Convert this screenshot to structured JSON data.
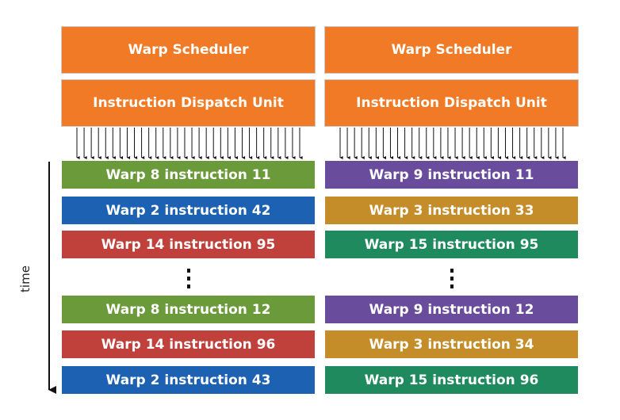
{
  "columns": [
    {
      "scheduler_label": "Warp Scheduler",
      "dispatch_label": "Instruction Dispatch Unit",
      "top_instructions": [
        {
          "label": "Warp 8 instruction 11",
          "color": "#6b9a3a"
        },
        {
          "label": "Warp 2 instruction 42",
          "color": "#1d62b2"
        },
        {
          "label": "Warp 14 instruction 95",
          "color": "#c0413c"
        }
      ],
      "bottom_instructions": [
        {
          "label": "Warp 8 instruction 12",
          "color": "#6b9a3a"
        },
        {
          "label": "Warp 14 instruction 96",
          "color": "#c0413c"
        },
        {
          "label": "Warp 2 instruction 43",
          "color": "#1d62b2"
        }
      ]
    },
    {
      "scheduler_label": "Warp Scheduler",
      "dispatch_label": "Instruction Dispatch Unit",
      "top_instructions": [
        {
          "label": "Warp 9 instruction 11",
          "color": "#6a4c9c"
        },
        {
          "label": "Warp 3 instruction 33",
          "color": "#c48d2a"
        },
        {
          "label": "Warp 15 instruction 95",
          "color": "#1f8a5e"
        }
      ],
      "bottom_instructions": [
        {
          "label": "Warp 9 instruction 12",
          "color": "#6a4c9c"
        },
        {
          "label": "Warp 3 instruction 34",
          "color": "#c48d2a"
        },
        {
          "label": "Warp 15 instruction 96",
          "color": "#1f8a5e"
        }
      ]
    }
  ],
  "time_label": "time",
  "ellipsis": "⋮",
  "colors": {
    "header_orange": "#f07a26",
    "arrow": "#111111"
  }
}
